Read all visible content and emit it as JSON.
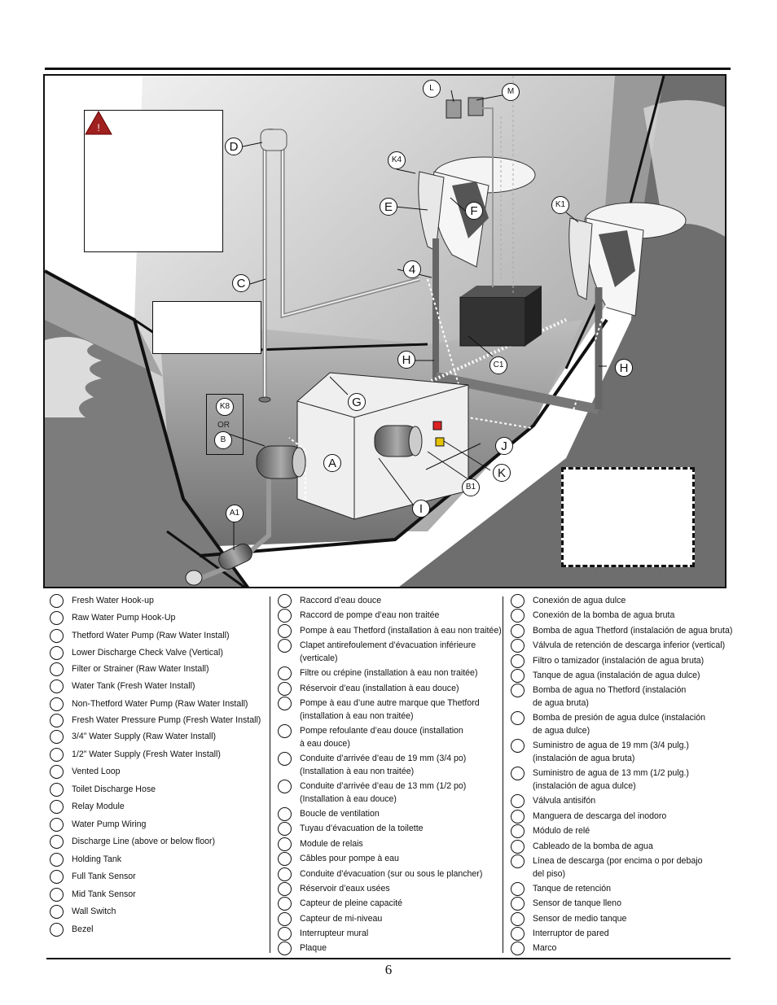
{
  "callouts": {
    "L": "L",
    "M": "M",
    "K4": "K4",
    "D": "D",
    "E": "E",
    "F": "F",
    "K1": "K1",
    "four": "4",
    "C": "C",
    "H_left": "H",
    "H_right": "H",
    "C1": "C1",
    "G": "G",
    "K8": "K8",
    "or": "OR",
    "B": "B",
    "J": "J",
    "A": "A",
    "K": "K",
    "B1": "B1",
    "I": "I",
    "A1": "A1"
  },
  "colors": {
    "warning": "#a02020",
    "hull": "#8a8a8a",
    "hull_dark": "#4a4a4a",
    "deck": "#c8c8c8"
  },
  "legend": {
    "english": [
      "Fresh Water Hook-up",
      "Raw Water Pump Hook-Up",
      "Thetford Water Pump (Raw Water Install)",
      "Lower Discharge Check Valve (Vertical)",
      "Filter or Strainer (Raw Water Install)",
      "Water Tank (Fresh Water Install)",
      "Non-Thetford Water Pump (Raw Water Install)",
      "Fresh Water Pressure Pump (Fresh Water Install)",
      "3/4” Water Supply (Raw Water Install)",
      "1/2” Water Supply (Fresh Water Install)",
      "Vented Loop",
      "Toilet Discharge Hose",
      "Relay Module",
      "Water Pump Wiring",
      "Discharge Line (above or below floor)",
      "Holding Tank",
      "Full Tank Sensor",
      "Mid Tank Sensor",
      "Wall Switch",
      "Bezel"
    ],
    "french": [
      [
        "Raccord d’eau douce"
      ],
      [
        "Raccord de pompe d’eau non traitée"
      ],
      [
        "Pompe à eau Thetford (installation à eau non traitée)"
      ],
      [
        "Clapet antirefoulement d’évacuation inférieure",
        "(verticale)"
      ],
      [
        "Filtre ou crépine (installation à eau non traitée)"
      ],
      [
        "Réservoir d’eau (installation à eau douce)"
      ],
      [
        "Pompe à eau d’une autre marque que Thetford",
        "(installation à eau non traitée)"
      ],
      [
        "Pompe refoulante d’eau douce (installation",
        "à eau douce)"
      ],
      [
        "Conduite d’arrivée d’eau de 19 mm (3/4 po)",
        "(Installation à eau non traitée)"
      ],
      [
        "Conduite d’arrivée d’eau de 13 mm (1/2 po)",
        "(Installation à eau douce)"
      ],
      [
        "Boucle de ventilation"
      ],
      [
        "Tuyau d’évacuation de la toilette"
      ],
      [
        "Module de relais"
      ],
      [
        "Câbles pour pompe à eau"
      ],
      [
        "Conduite d’évacuation (sur ou sous le plancher)"
      ],
      [
        "Réservoir d’eaux usées"
      ],
      [
        "Capteur de pleine capacité"
      ],
      [
        "Capteur de mi-niveau"
      ],
      [
        "Interrupteur mural"
      ],
      [
        "Plaque"
      ]
    ],
    "spanish": [
      [
        "Conexión de agua dulce"
      ],
      [
        "Conexión de la bomba de agua bruta"
      ],
      [
        "Bomba de agua Thetford (instalación de agua bruta)"
      ],
      [
        "Válvula de retención de descarga inferior (vertical)"
      ],
      [
        "Filtro o tamizador (instalación de agua bruta)"
      ],
      [
        "Tanque de agua (instalación de agua dulce)"
      ],
      [
        "Bomba de agua no Thetford (instalación",
        "de agua bruta)"
      ],
      [
        "Bomba de presión de agua dulce (instalación",
        "de agua dulce)"
      ],
      [
        "Suministro de agua de 19 mm (3/4 pulg.)",
        "(instalación de agua bruta)"
      ],
      [
        "Suministro de agua de 13 mm (1/2 pulg.)",
        "(instalación de agua dulce)"
      ],
      [
        "Válvula antisifón"
      ],
      [
        "Manguera de descarga del inodoro"
      ],
      [
        "Módulo de relé"
      ],
      [
        "Cableado de la bomba de agua"
      ],
      [
        "Línea de descarga (por encima o por debajo",
        "del piso)"
      ],
      [
        "Tanque de retención"
      ],
      [
        "Sensor de tanque lleno"
      ],
      [
        "Sensor de medio tanque"
      ],
      [
        "Interruptor de pared"
      ],
      [
        "Marco"
      ]
    ]
  },
  "page_number": "6"
}
